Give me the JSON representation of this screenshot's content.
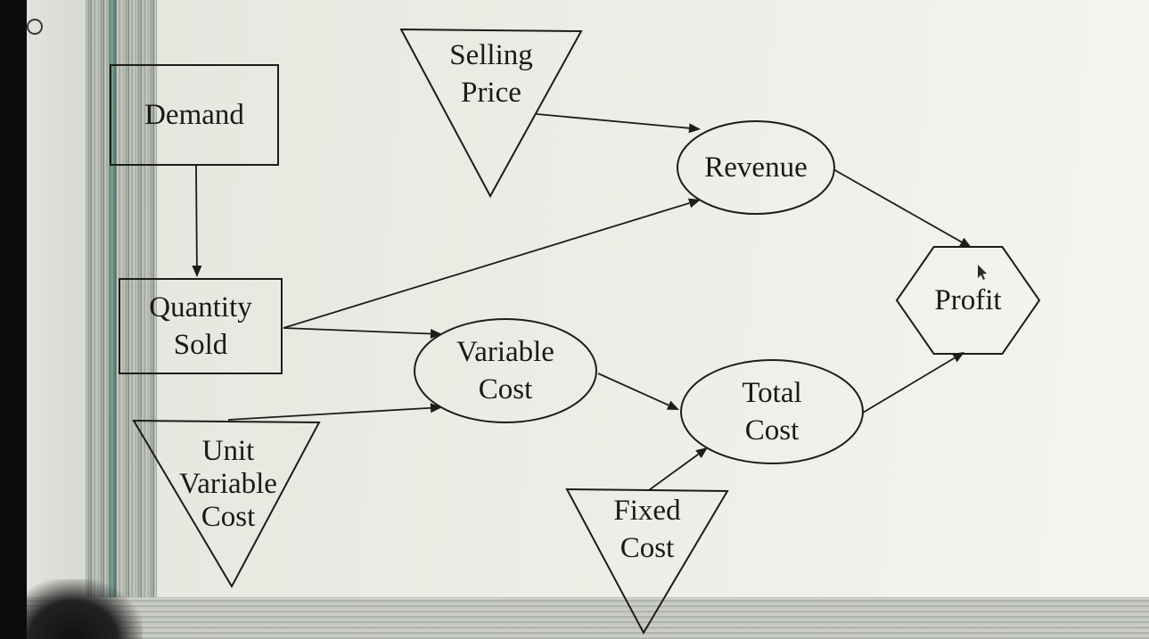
{
  "diagram": {
    "nodes": [
      {
        "id": "demand",
        "shape": "rectangle",
        "lines": [
          "Demand"
        ]
      },
      {
        "id": "selling-price",
        "shape": "triangle-down",
        "lines": [
          "Selling",
          "Price"
        ]
      },
      {
        "id": "revenue",
        "shape": "ellipse",
        "lines": [
          "Revenue"
        ]
      },
      {
        "id": "quantity-sold",
        "shape": "rectangle",
        "lines": [
          "Quantity",
          "Sold"
        ]
      },
      {
        "id": "variable-cost",
        "shape": "ellipse",
        "lines": [
          "Variable",
          "Cost"
        ]
      },
      {
        "id": "total-cost",
        "shape": "ellipse",
        "lines": [
          "Total",
          "Cost"
        ]
      },
      {
        "id": "profit",
        "shape": "hexagon",
        "lines": [
          "Profit"
        ]
      },
      {
        "id": "unit-variable-cost",
        "shape": "triangle-down",
        "lines": [
          "Unit",
          "Variable",
          "Cost"
        ]
      },
      {
        "id": "fixed-cost",
        "shape": "triangle-down",
        "lines": [
          "Fixed",
          "Cost"
        ]
      }
    ],
    "edges": [
      {
        "from": "demand",
        "to": "quantity-sold"
      },
      {
        "from": "selling-price",
        "to": "revenue"
      },
      {
        "from": "quantity-sold",
        "to": "revenue"
      },
      {
        "from": "quantity-sold",
        "to": "variable-cost"
      },
      {
        "from": "unit-variable-cost",
        "to": "variable-cost"
      },
      {
        "from": "variable-cost",
        "to": "total-cost"
      },
      {
        "from": "fixed-cost",
        "to": "total-cost"
      },
      {
        "from": "revenue",
        "to": "profit"
      },
      {
        "from": "total-cost",
        "to": "profit"
      }
    ]
  }
}
